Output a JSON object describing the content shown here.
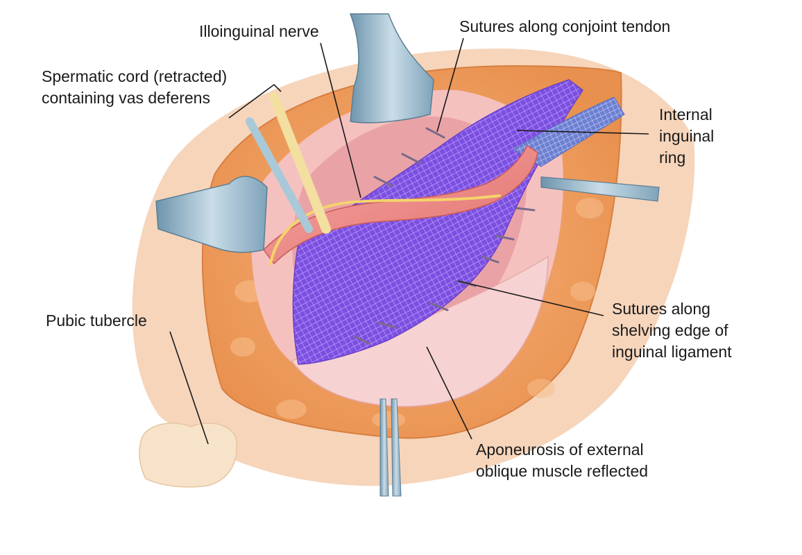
{
  "diagram": {
    "labels": {
      "ilioinguinal_nerve": "Illoinguinal nerve",
      "sutures_conjoint": "Sutures along conjoint tendon",
      "spermatic_cord": {
        "line1": "Spermatic cord (retracted)",
        "line2": "containing vas deferens"
      },
      "internal_ring": {
        "line1": "Internal",
        "line2": "inguinal",
        "line3": "ring"
      },
      "pubic_tubercle": "Pubic tubercle",
      "sutures_shelving": {
        "line1": "Sutures along",
        "line2": "shelving edge of",
        "line3": "inguinal ligament"
      },
      "aponeurosis": {
        "line1": "Aponeurosis of external",
        "line2": "oblique muscle reflected"
      }
    },
    "colors": {
      "skin": "#f2c7a3",
      "fat": "#f0a66a",
      "tissue": "#f4b3b3",
      "mesh": "#8b5cf6",
      "instrument": "#8fb3c8",
      "nerve": "#f5d36b"
    }
  }
}
